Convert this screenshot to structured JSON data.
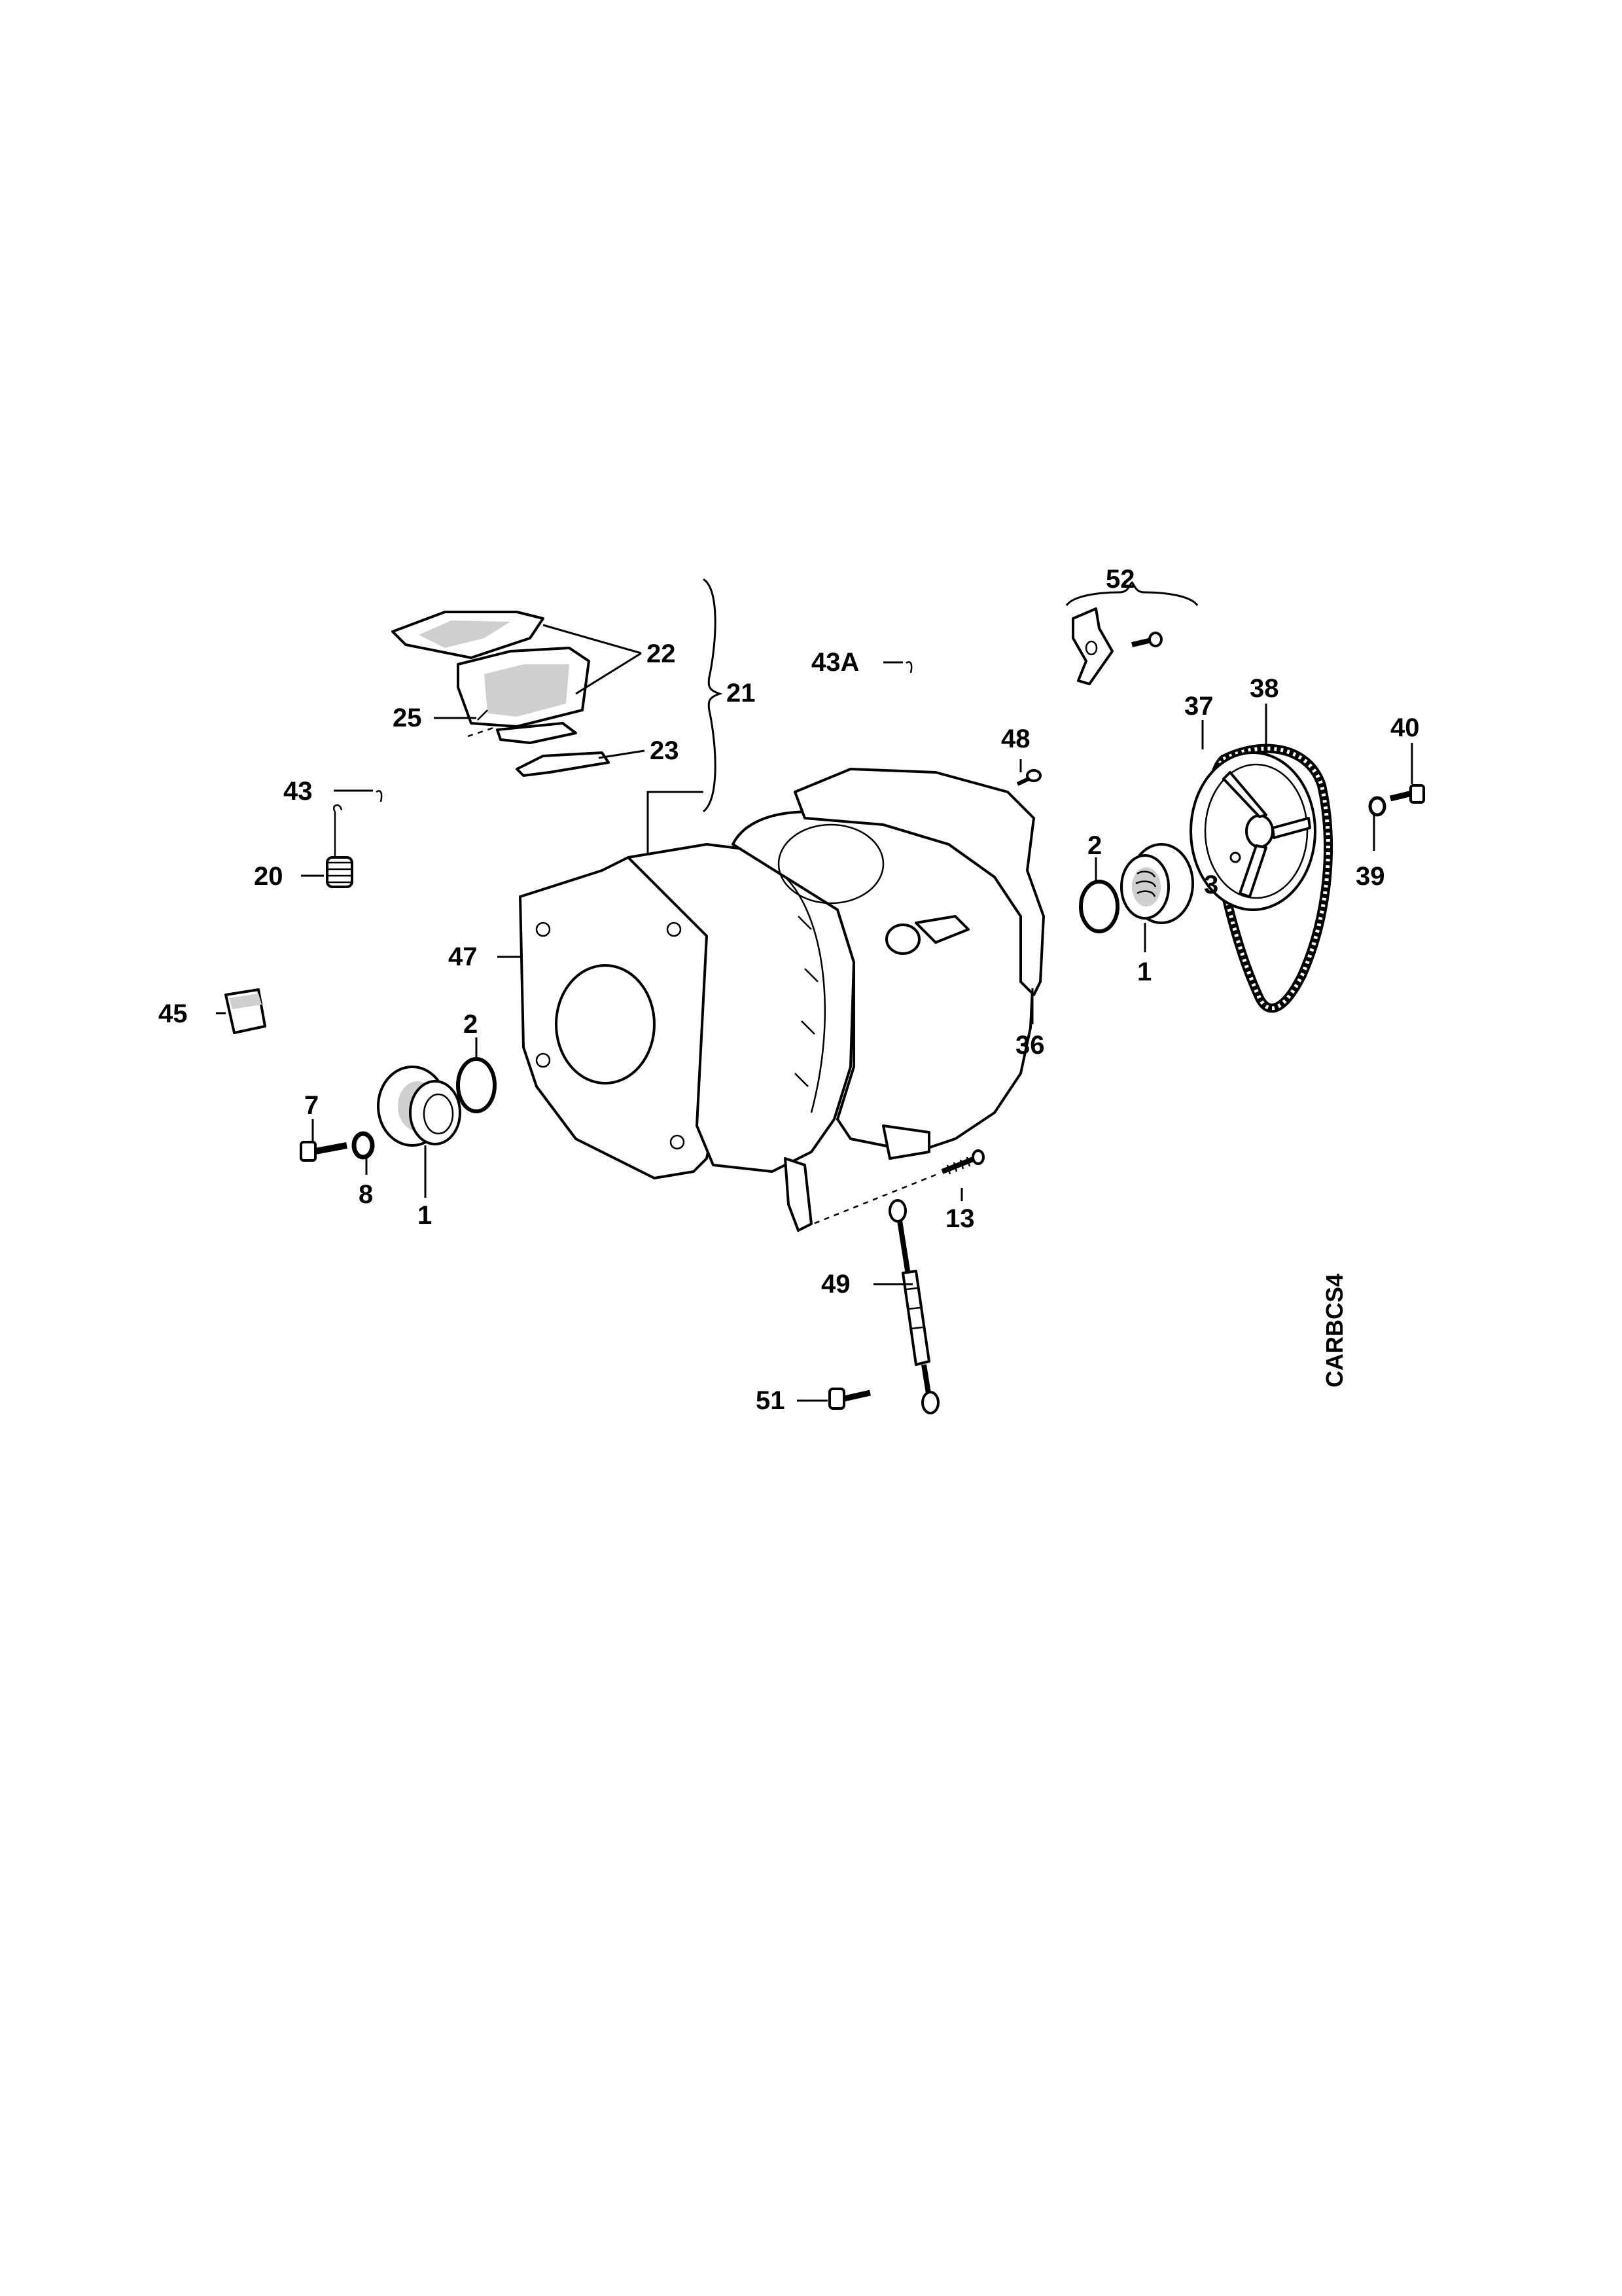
{
  "drawing_code": "CARBCS4",
  "callouts": {
    "p1_front": "1",
    "p1_rear": "1",
    "p2_front": "2",
    "p2_rear": "2",
    "p3": "3",
    "p7": "7",
    "p8": "8",
    "p13": "13",
    "p20": "20",
    "p21": "21",
    "p22": "22",
    "p23": "23",
    "p25": "25",
    "p36": "36",
    "p37": "37",
    "p38": "38",
    "p39": "39",
    "p40": "40",
    "p43": "43",
    "p43a": "43A",
    "p45": "45",
    "p47": "47",
    "p48": "48",
    "p49": "49",
    "p51": "51",
    "p52": "52"
  }
}
